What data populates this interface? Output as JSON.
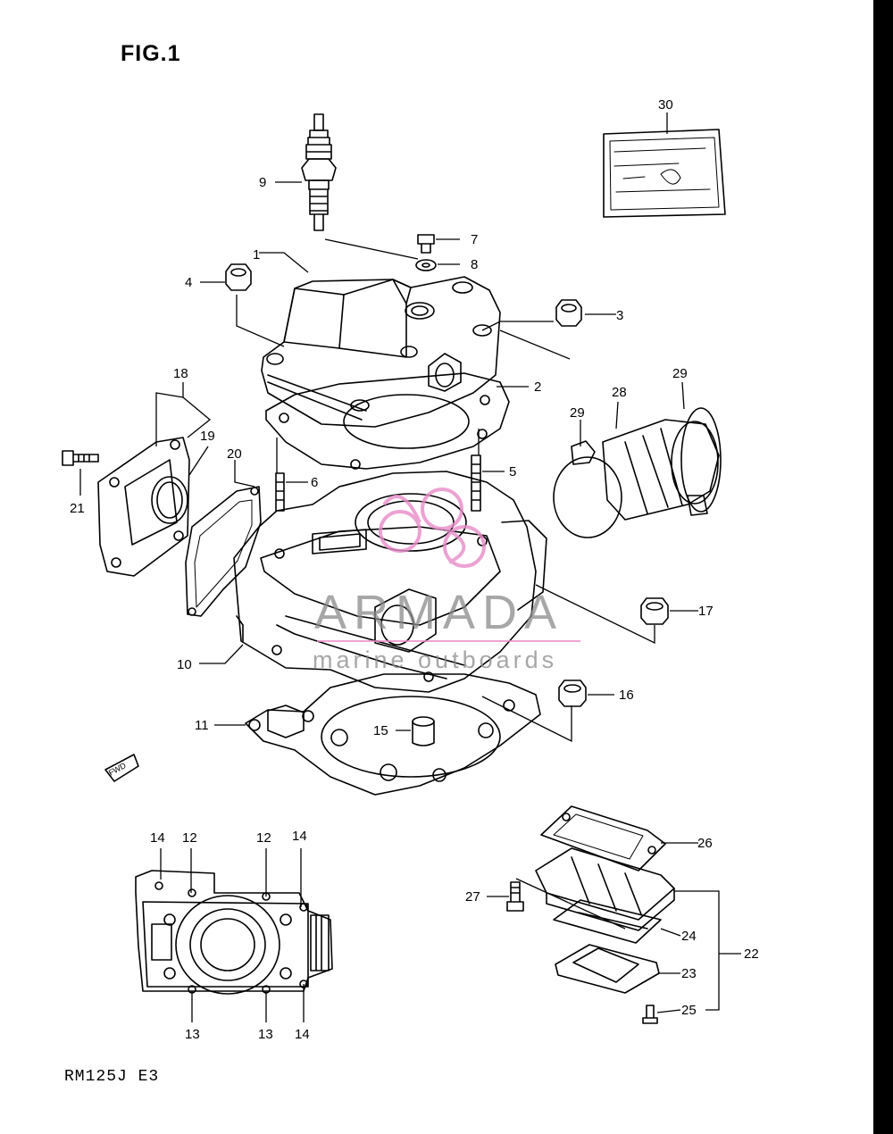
{
  "figure": {
    "title": "FIG.1",
    "model_code": "RM125J E3",
    "fwd_label": "FWD"
  },
  "watermark": {
    "brand": "ARMADA",
    "subtitle": "marine outboards",
    "logo_color": "#e88cc8"
  },
  "parts": [
    {
      "id": "p1",
      "label": "1"
    },
    {
      "id": "p2",
      "label": "2"
    },
    {
      "id": "p3",
      "label": "3"
    },
    {
      "id": "p4",
      "label": "4"
    },
    {
      "id": "p5",
      "label": "5"
    },
    {
      "id": "p6",
      "label": "6"
    },
    {
      "id": "p7",
      "label": "7"
    },
    {
      "id": "p8",
      "label": "8"
    },
    {
      "id": "p9",
      "label": "9"
    },
    {
      "id": "p10",
      "label": "10"
    },
    {
      "id": "p11",
      "label": "11"
    },
    {
      "id": "p15",
      "label": "15"
    },
    {
      "id": "p16",
      "label": "16"
    },
    {
      "id": "p17",
      "label": "17"
    },
    {
      "id": "p18",
      "label": "18"
    },
    {
      "id": "p19",
      "label": "19"
    },
    {
      "id": "p20",
      "label": "20"
    },
    {
      "id": "p21",
      "label": "21"
    },
    {
      "id": "p22",
      "label": "22"
    },
    {
      "id": "p23",
      "label": "23"
    },
    {
      "id": "p24",
      "label": "24"
    },
    {
      "id": "p25",
      "label": "25"
    },
    {
      "id": "p26",
      "label": "26"
    },
    {
      "id": "p27",
      "label": "27"
    },
    {
      "id": "p28",
      "label": "28"
    },
    {
      "id": "p29a",
      "label": "29"
    },
    {
      "id": "p29b",
      "label": "29"
    },
    {
      "id": "p30",
      "label": "30"
    },
    {
      "id": "p12a",
      "label": "12"
    },
    {
      "id": "p12b",
      "label": "12"
    },
    {
      "id": "p13a",
      "label": "13"
    },
    {
      "id": "p13b",
      "label": "13"
    },
    {
      "id": "p14a",
      "label": "14"
    },
    {
      "id": "p14b",
      "label": "14"
    },
    {
      "id": "p14c",
      "label": "14"
    }
  ]
}
